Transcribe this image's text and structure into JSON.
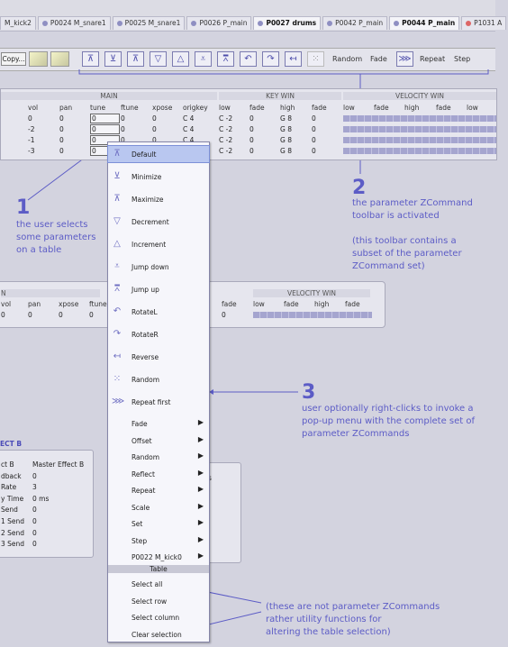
{
  "tabs": [
    {
      "label": "M_kick2",
      "active": false,
      "dot": false
    },
    {
      "label": "P0024 M_snare1",
      "active": false,
      "dot": true
    },
    {
      "label": "P0025 M_snare1",
      "active": false,
      "dot": true
    },
    {
      "label": "P0026 P_main",
      "active": false,
      "dot": true
    },
    {
      "label": "P0027 drums",
      "active": true,
      "dot": true
    },
    {
      "label": "P0042 P_main",
      "active": false,
      "dot": true
    },
    {
      "label": "P0044 P_main",
      "active": true,
      "dot": true
    },
    {
      "label": "P1031 A",
      "active": false,
      "dot": "red"
    }
  ],
  "toolbar": {
    "copy_label": "Copy...",
    "random_label": "Random",
    "fade_label": "Fade",
    "repeat_label": "Repeat",
    "step_label": "Step"
  },
  "main_table": {
    "section_main": "MAIN",
    "section_keywin": "KEY WIN",
    "section_velwin": "VELOCITY WIN",
    "headers": [
      "vol",
      "pan",
      "tune",
      "ftune",
      "xpose",
      "origkey",
      "low",
      "fade",
      "high",
      "fade",
      "low",
      "fade",
      "high",
      "fade",
      "low"
    ],
    "rows": [
      [
        "0",
        "0",
        "0",
        "0",
        "0",
        "C 4",
        "C -2",
        "0",
        "G 8",
        "0"
      ],
      [
        "-2",
        "0",
        "0",
        "0",
        "0",
        "C 4",
        "C -2",
        "0",
        "G 8",
        "0"
      ],
      [
        "-1",
        "0",
        "0",
        "0",
        "0",
        "C 4",
        "C -2",
        "0",
        "G 8",
        "0"
      ],
      [
        "-3",
        "0",
        "0",
        "0",
        "0",
        "C 4",
        "C -2",
        "0",
        "G 8",
        "0"
      ]
    ]
  },
  "second_table": {
    "section_left": "N",
    "section_velwin": "VELOCITY WIN",
    "headers_left": [
      "vol",
      "pan",
      "xpose",
      "ftune"
    ],
    "headers_right": [
      "fade",
      "low",
      "fade",
      "high",
      "fade"
    ],
    "row_left": [
      "0",
      "0",
      "0",
      "0"
    ],
    "row_right": [
      "0"
    ]
  },
  "effect_panel": {
    "title": "ECT B",
    "rows": [
      [
        "ct B",
        "Master Effect B"
      ],
      [
        "dback",
        "0"
      ],
      [
        "Rate",
        "3"
      ],
      [
        "y Time",
        "0 ms"
      ],
      [
        "Send",
        "0"
      ],
      [
        "1 Send",
        "0"
      ],
      [
        "2 Send",
        "0"
      ],
      [
        "3 Send",
        "0"
      ]
    ],
    "third_col_header": "s"
  },
  "menu": {
    "items": [
      {
        "label": "Default",
        "icon": "default-icon",
        "glyph": "⊼",
        "selected": true
      },
      {
        "label": "Minimize",
        "icon": "minimize-icon",
        "glyph": "⊻",
        "selected": false
      },
      {
        "label": "Maximize",
        "icon": "maximize-icon",
        "glyph": "⊼",
        "selected": false
      },
      {
        "label": "Decrement",
        "icon": "decrement-icon",
        "glyph": "▽",
        "selected": false
      },
      {
        "label": "Increment",
        "icon": "increment-icon",
        "glyph": "△",
        "selected": false
      },
      {
        "label": "Jump down",
        "icon": "jump-down-icon",
        "glyph": "⩡",
        "selected": false
      },
      {
        "label": "Jump up",
        "icon": "jump-up-icon",
        "glyph": "⩞",
        "selected": false
      },
      {
        "label": "RotateL",
        "icon": "rotate-left-icon",
        "glyph": "↶",
        "selected": false
      },
      {
        "label": "RotateR",
        "icon": "rotate-right-icon",
        "glyph": "↷",
        "selected": false
      },
      {
        "label": "Reverse",
        "icon": "reverse-icon",
        "glyph": "↤",
        "selected": false
      },
      {
        "label": "Random",
        "icon": "random-icon",
        "glyph": "⁙",
        "selected": false
      },
      {
        "label": "Repeat first",
        "icon": "repeat-first-icon",
        "glyph": "⋙",
        "selected": false
      }
    ],
    "submenus": [
      "Fade",
      "Offset",
      "Random",
      "Reflect",
      "Repeat",
      "Scale",
      "Set",
      "Step",
      "P0022 M_kick0"
    ],
    "separator_label": "Table",
    "utility_items": [
      "Select all",
      "Select row",
      "Select column",
      "Clear selection"
    ]
  },
  "annotations": {
    "n1": "1",
    "t1": [
      "the user selects",
      "some parameters",
      "on a table"
    ],
    "n2": "2",
    "t2": [
      "the parameter ZCommand",
      "toolbar is activated",
      "",
      "(this toolbar contains a",
      "subset of the parameter",
      "ZCommand set)"
    ],
    "n3": "3",
    "t3": [
      "user optionally right-clicks to invoke a",
      "pop-up menu with the complete set of",
      "parameter ZCommands"
    ],
    "t4": [
      "(these are not parameter ZCommands",
      "rather utility functions for",
      "altering the table selection)"
    ]
  },
  "colors": {
    "accent": "#5c5cc6",
    "menu_selection": "#b9c7f0"
  }
}
